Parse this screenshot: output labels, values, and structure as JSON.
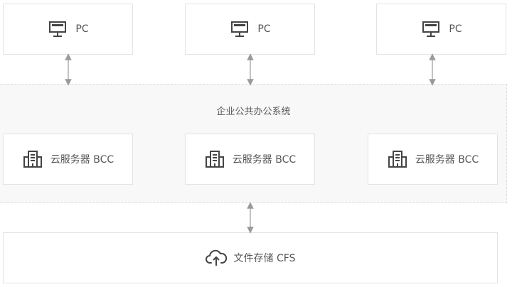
{
  "pc_nodes": [
    {
      "label": "PC",
      "icon": "monitor-icon"
    },
    {
      "label": "PC",
      "icon": "monitor-icon"
    },
    {
      "label": "PC",
      "icon": "monitor-icon"
    }
  ],
  "system_group": {
    "title": "企业公共办公系统"
  },
  "server_nodes": [
    {
      "label": "云服务器 BCC",
      "icon": "building-icon"
    },
    {
      "label": "云服务器 BCC",
      "icon": "building-icon"
    },
    {
      "label": "云服务器 BCC",
      "icon": "building-icon"
    }
  ],
  "storage_node": {
    "label": "文件存储 CFS",
    "icon": "cloud-upload-icon"
  },
  "colors": {
    "border": "#e3e3e3",
    "group_background": "#f8f8f8",
    "arrow": "#9a9a9a",
    "icon": "#444444",
    "text": "#555555"
  }
}
